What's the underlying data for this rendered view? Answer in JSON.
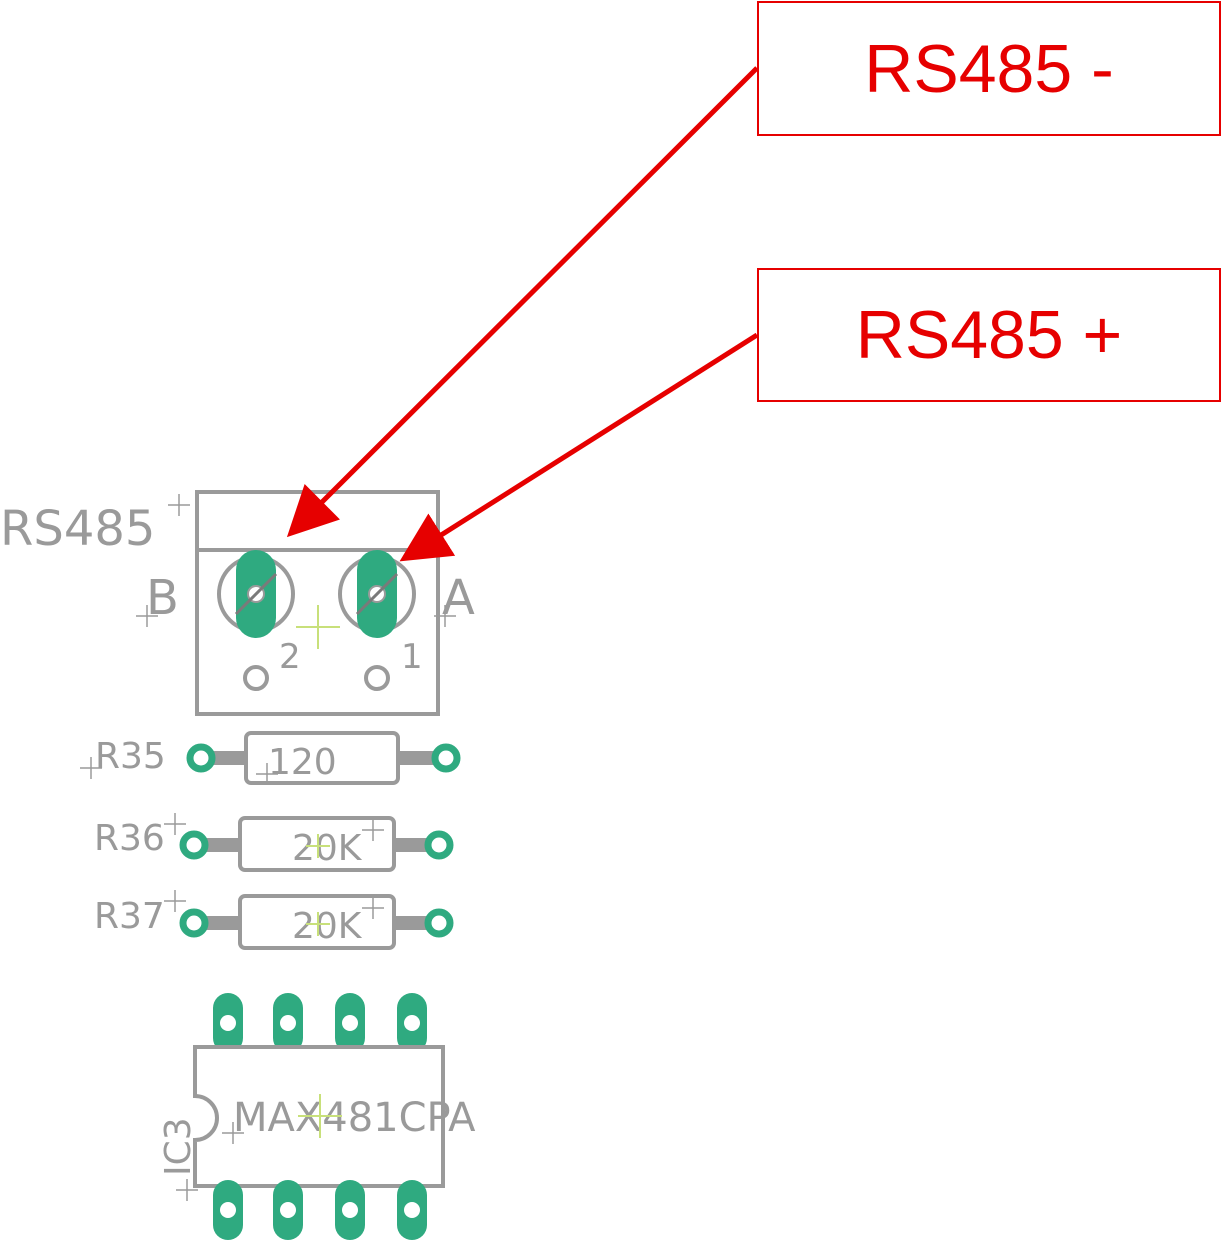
{
  "callouts": [
    {
      "label": "RS485 -"
    },
    {
      "label": "RS485 +"
    }
  ],
  "connector": {
    "name": "RS485",
    "pin_b_label": "B",
    "pin_a_label": "A",
    "pin_2_number": "2",
    "pin_1_number": "1"
  },
  "resistors": [
    {
      "ref": "R35",
      "value": "120"
    },
    {
      "ref": "R36",
      "value": "20K"
    },
    {
      "ref": "R37",
      "value": "20K"
    }
  ],
  "ic": {
    "ref": "IC3",
    "part": "MAX481CPA"
  },
  "colors": {
    "callout_red": "#e60000",
    "silkscreen_gray": "#9a9a9a",
    "pad_green": "#2faa80",
    "origin_cross": "#c8e07a"
  }
}
